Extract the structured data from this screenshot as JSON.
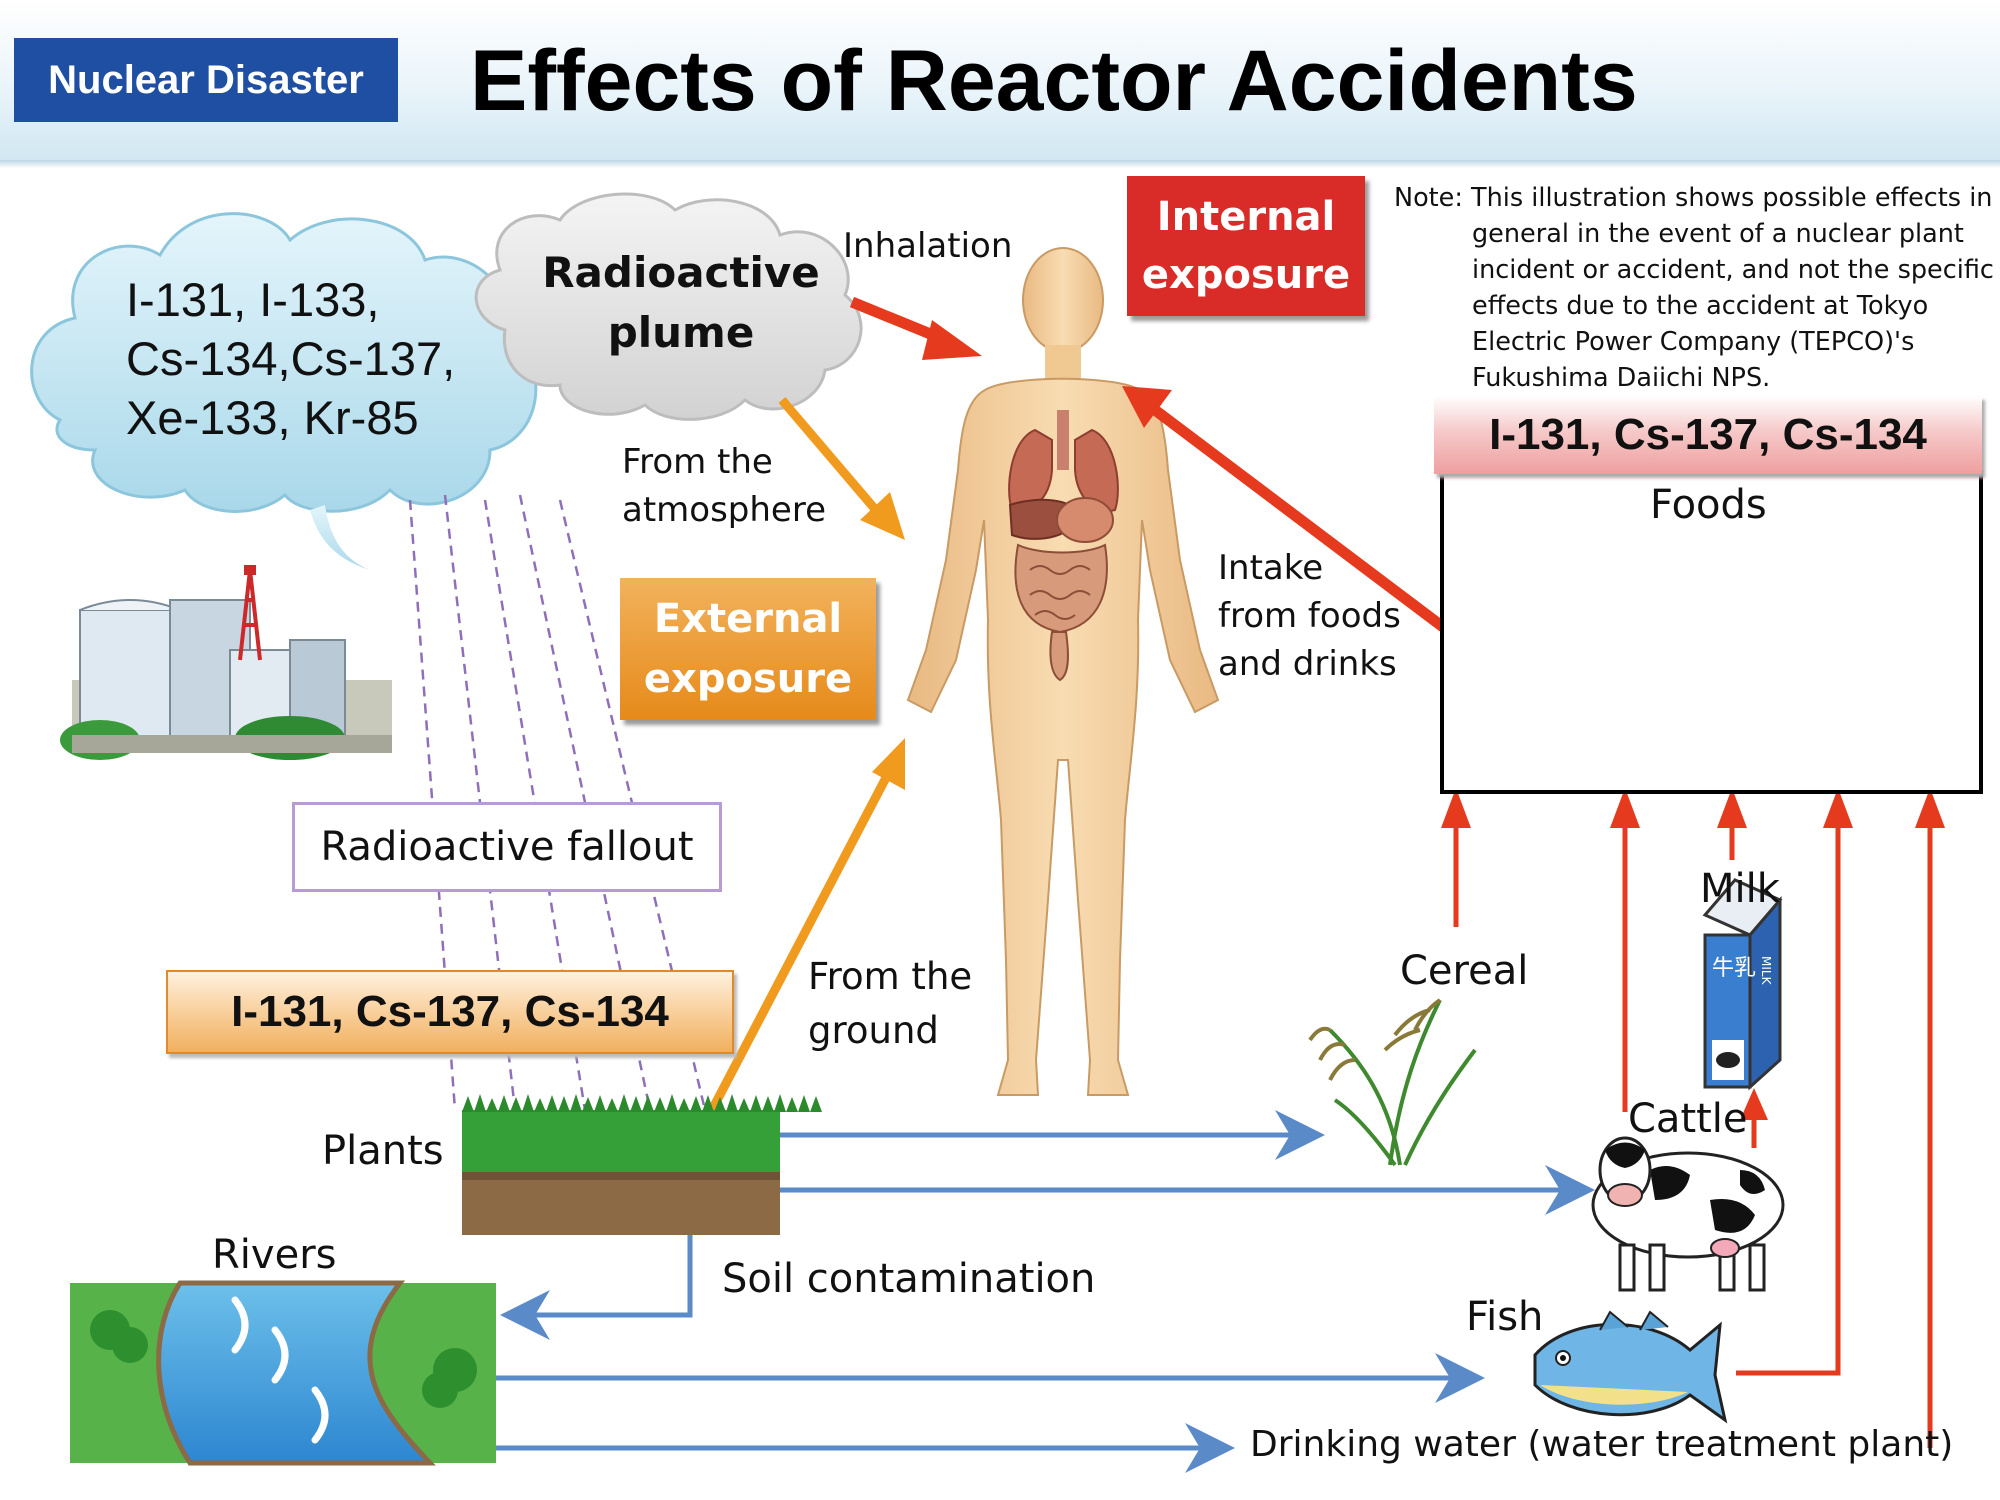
{
  "header": {
    "badge": "Nuclear Disaster",
    "title": "Effects of Reactor Accidents"
  },
  "note": [
    "Note: This illustration shows possible effects in",
    "general in the event of a nuclear plant",
    "incident or accident, and not the specific",
    "effects due to the accident at Tokyo",
    "Electric Power Company (TEPCO)'s",
    "Fukushima Daiichi NPS."
  ],
  "cloud_isotopes": "I-131, I-133,\nCs-134,Cs-137,\nXe-133, Kr-85",
  "plume": "Radioactive\nplume",
  "internal_exposure": "Internal\nexposure",
  "external_exposure": "External\nexposure",
  "labels": {
    "inhalation": "Inhalation",
    "from_atmosphere": "From the\natmosphere",
    "intake": "Intake\nfrom foods\nand drinks",
    "from_ground": "From the\nground",
    "fallout": "Radioactive fallout",
    "plants": "Plants",
    "rivers": "Rivers",
    "soil": "Soil contamination",
    "cereal": "Cereal",
    "milk": "Milk",
    "cattle": "Cattle",
    "fish": "Fish",
    "drinking_water": "Drinking water (water treatment plant)",
    "foods": "Foods"
  },
  "isotopes_food": "I-131, Cs-137, Cs-134",
  "isotopes_ground": "I-131, Cs-137, Cs-134",
  "milk_carton_text": "牛乳",
  "milk_carton_side": "MILK",
  "colors": {
    "badge": "#1f4fa3",
    "internal": "#d92b27",
    "external": "#e68a1a",
    "red_arrow": "#e63a1f",
    "orange_arrow": "#f09a1e",
    "blue_arrow": "#5a8ac8",
    "fallout_dash": "#8f6fb8",
    "cloud": "#bfe3f0",
    "plume_cloud": "#e6e6e6",
    "skin": "#f4d2a0"
  }
}
